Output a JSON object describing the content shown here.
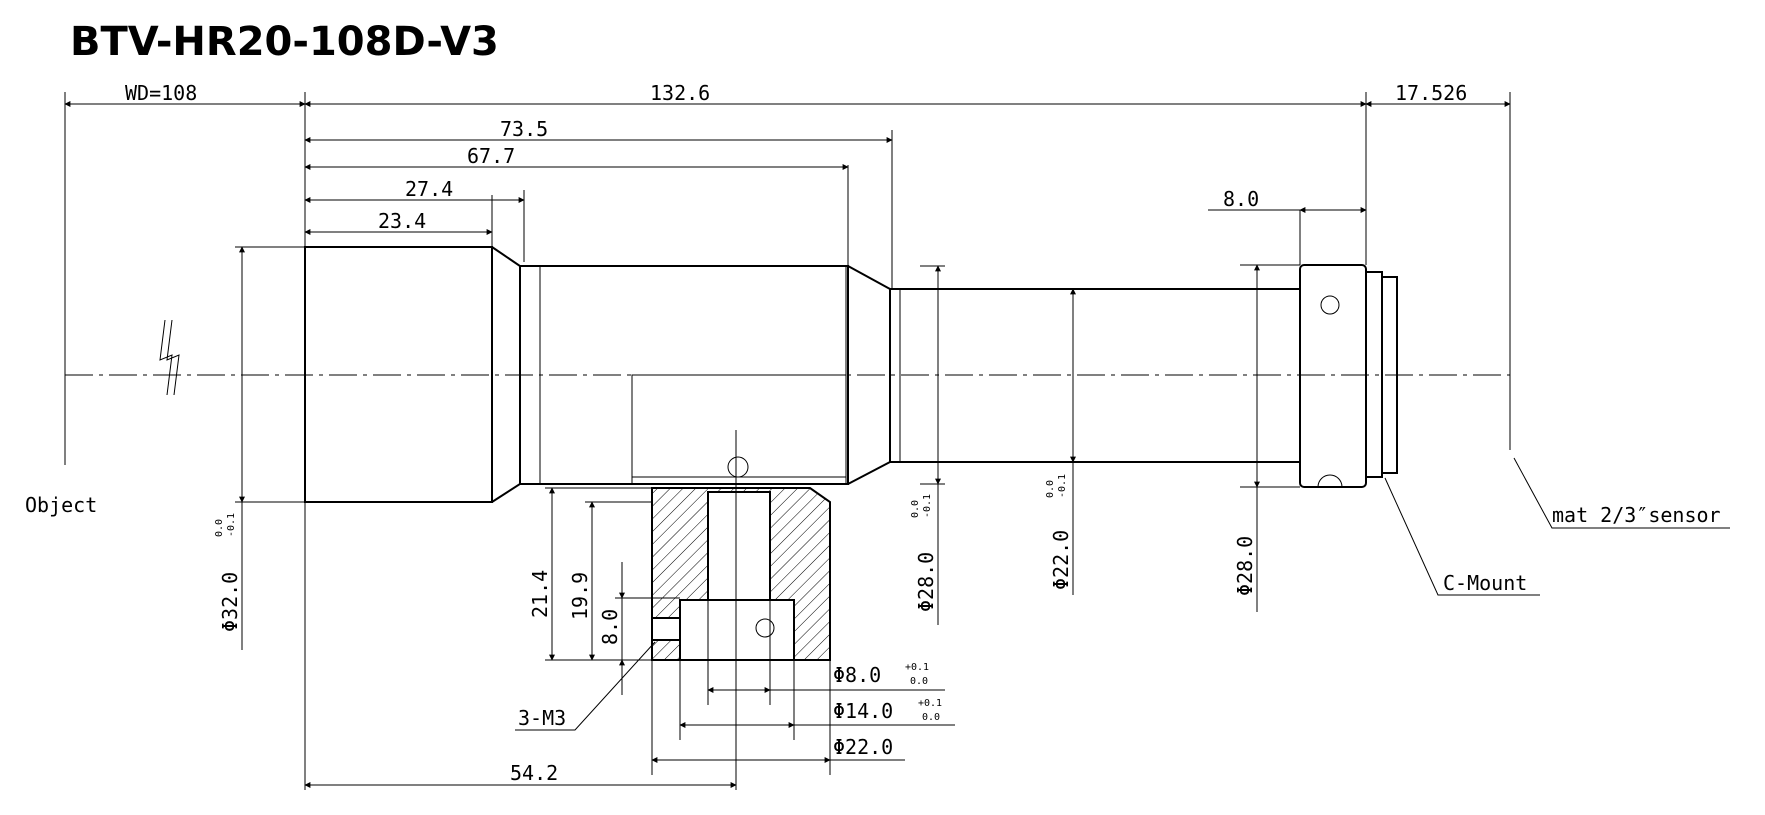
{
  "title": "BTV-HR20-108D-V3",
  "labels": {
    "object": "Object",
    "sensor": "mat 2/3″sensor",
    "mount": "C-Mount",
    "screw": "3-M3"
  },
  "dimensions": {
    "wd": "WD=108",
    "total_length": "132.6",
    "flange_back": "17.526",
    "len_73_5": "73.5",
    "len_67_7": "67.7",
    "len_27_4": "27.4",
    "len_23_4": "23.4",
    "len_8_0_top": "8.0",
    "len_54_2": "54.2",
    "h_21_4": "21.4",
    "h_19_9": "19.9",
    "h_8_0": "8.0",
    "dia_32": "Φ32.0",
    "dia_28_a": "Φ28.0",
    "dia_22_a": "Φ22.0",
    "dia_28_b": "Φ28.0",
    "dia_8": "Φ8.0",
    "dia_14": "Φ14.0",
    "dia_22_b": "Φ22.0"
  },
  "tolerances": {
    "dia_32_upper": "0.0",
    "dia_32_lower": "-0.1",
    "dia_28_upper": "0.0",
    "dia_28_lower": "-0.1",
    "dia_22_upper": "0.0",
    "dia_22_lower": "-0.1",
    "dia_8_upper": "+0.1",
    "dia_8_lower": "0.0",
    "dia_14_upper": "+0.1",
    "dia_14_lower": "0.0"
  }
}
